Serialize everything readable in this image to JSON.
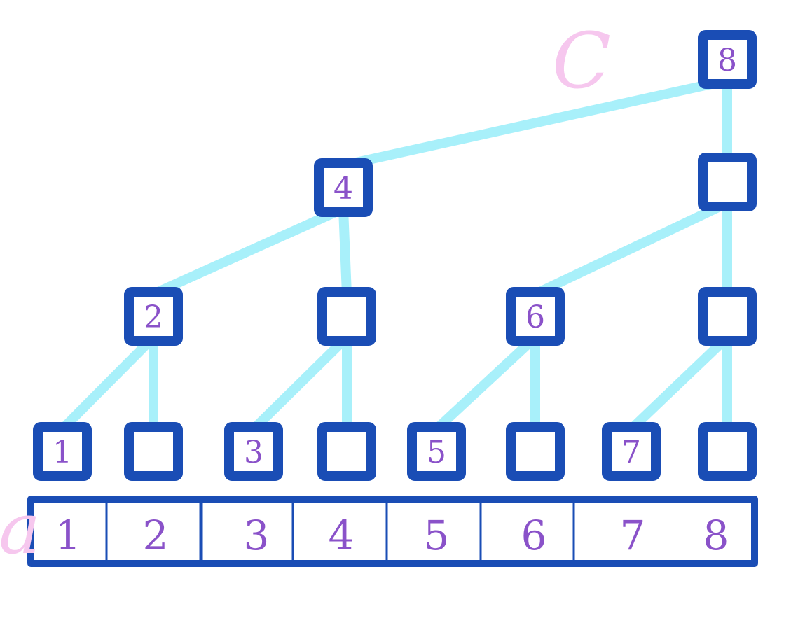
{
  "labels": {
    "tree_label": "C",
    "array_label": "a"
  },
  "colors": {
    "box_border": "#1A4DB5",
    "edge": "#A8F0FA",
    "text": "#8A52C9",
    "letter": "#F6C7EE"
  },
  "tree_nodes": [
    {
      "id": "n1",
      "text": "1"
    },
    {
      "id": "n2",
      "text": ""
    },
    {
      "id": "n3",
      "text": "3"
    },
    {
      "id": "n4",
      "text": ""
    },
    {
      "id": "n5",
      "text": "5"
    },
    {
      "id": "n6",
      "text": ""
    },
    {
      "id": "n7",
      "text": "7"
    },
    {
      "id": "n8",
      "text": ""
    },
    {
      "id": "m2",
      "text": "2"
    },
    {
      "id": "m4",
      "text": ""
    },
    {
      "id": "m6",
      "text": "6"
    },
    {
      "id": "m8",
      "text": ""
    },
    {
      "id": "q4",
      "text": "4"
    },
    {
      "id": "q8",
      "text": ""
    },
    {
      "id": "r8",
      "text": "8"
    }
  ],
  "edges": [
    [
      "n1",
      "m2"
    ],
    [
      "n2",
      "m2"
    ],
    [
      "n3",
      "m4"
    ],
    [
      "n4",
      "m4"
    ],
    [
      "n5",
      "m6"
    ],
    [
      "n6",
      "m6"
    ],
    [
      "n7",
      "m8"
    ],
    [
      "n8",
      "m8"
    ],
    [
      "m2",
      "q4"
    ],
    [
      "m4",
      "q4"
    ],
    [
      "m6",
      "q8"
    ],
    [
      "m8",
      "q8"
    ],
    [
      "q4",
      "r8"
    ],
    [
      "q8",
      "r8"
    ]
  ],
  "array_cells": [
    "1",
    "2",
    "3",
    "4",
    "5",
    "6",
    "7",
    "8"
  ]
}
